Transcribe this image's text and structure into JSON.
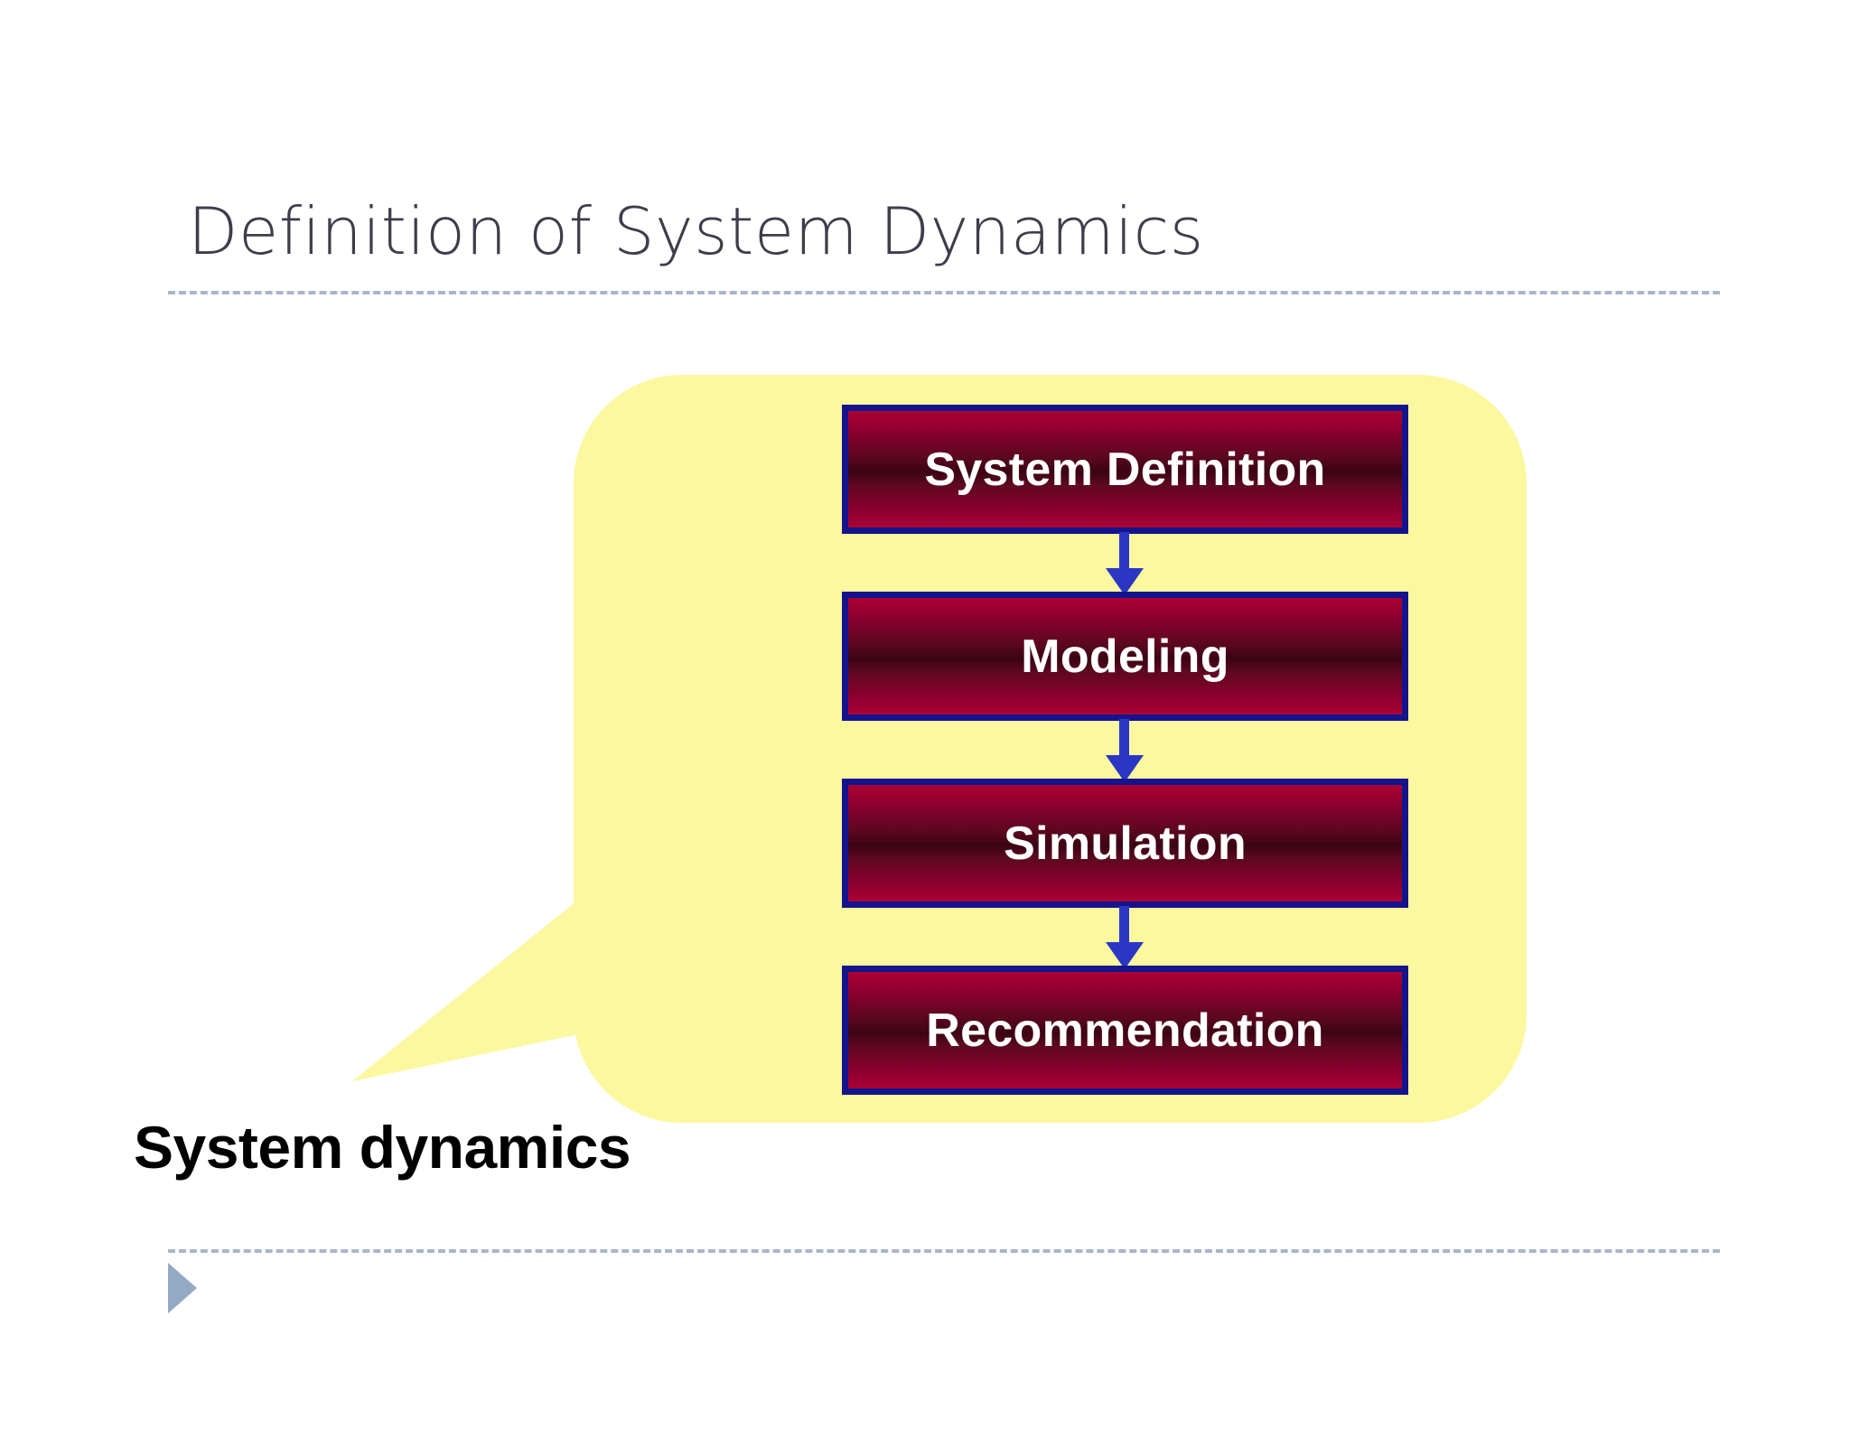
{
  "slide": {
    "title": "Definition of System Dynamics",
    "background_color": "#ffffff",
    "title_color": "#3f3d4c",
    "rule_color": "#aab6c8"
  },
  "callout": {
    "shape": "rounded-rectangle-speech-balloon",
    "fill_color": "#fbf8a0",
    "caption": "System dynamics"
  },
  "flow": {
    "box_border_color": "#14148c",
    "box_fill_dark": "#3b0413",
    "box_fill_light": "#ab0034",
    "box_text_color": "#ffffff",
    "arrow_color": "#2b37c4",
    "boxes": [
      {
        "label": "System Definition"
      },
      {
        "label": "Modeling"
      },
      {
        "label": "Simulation"
      },
      {
        "label": "Recommendation"
      }
    ],
    "arrows": [
      {
        "from": "System Definition",
        "to": "Modeling",
        "direction": "down"
      },
      {
        "from": "Modeling",
        "to": "Simulation",
        "direction": "down"
      },
      {
        "from": "Simulation",
        "to": "Recommendation",
        "direction": "down"
      }
    ]
  },
  "bullet": {
    "marker": "triangle-right",
    "color": "#94aac4",
    "text": ""
  }
}
